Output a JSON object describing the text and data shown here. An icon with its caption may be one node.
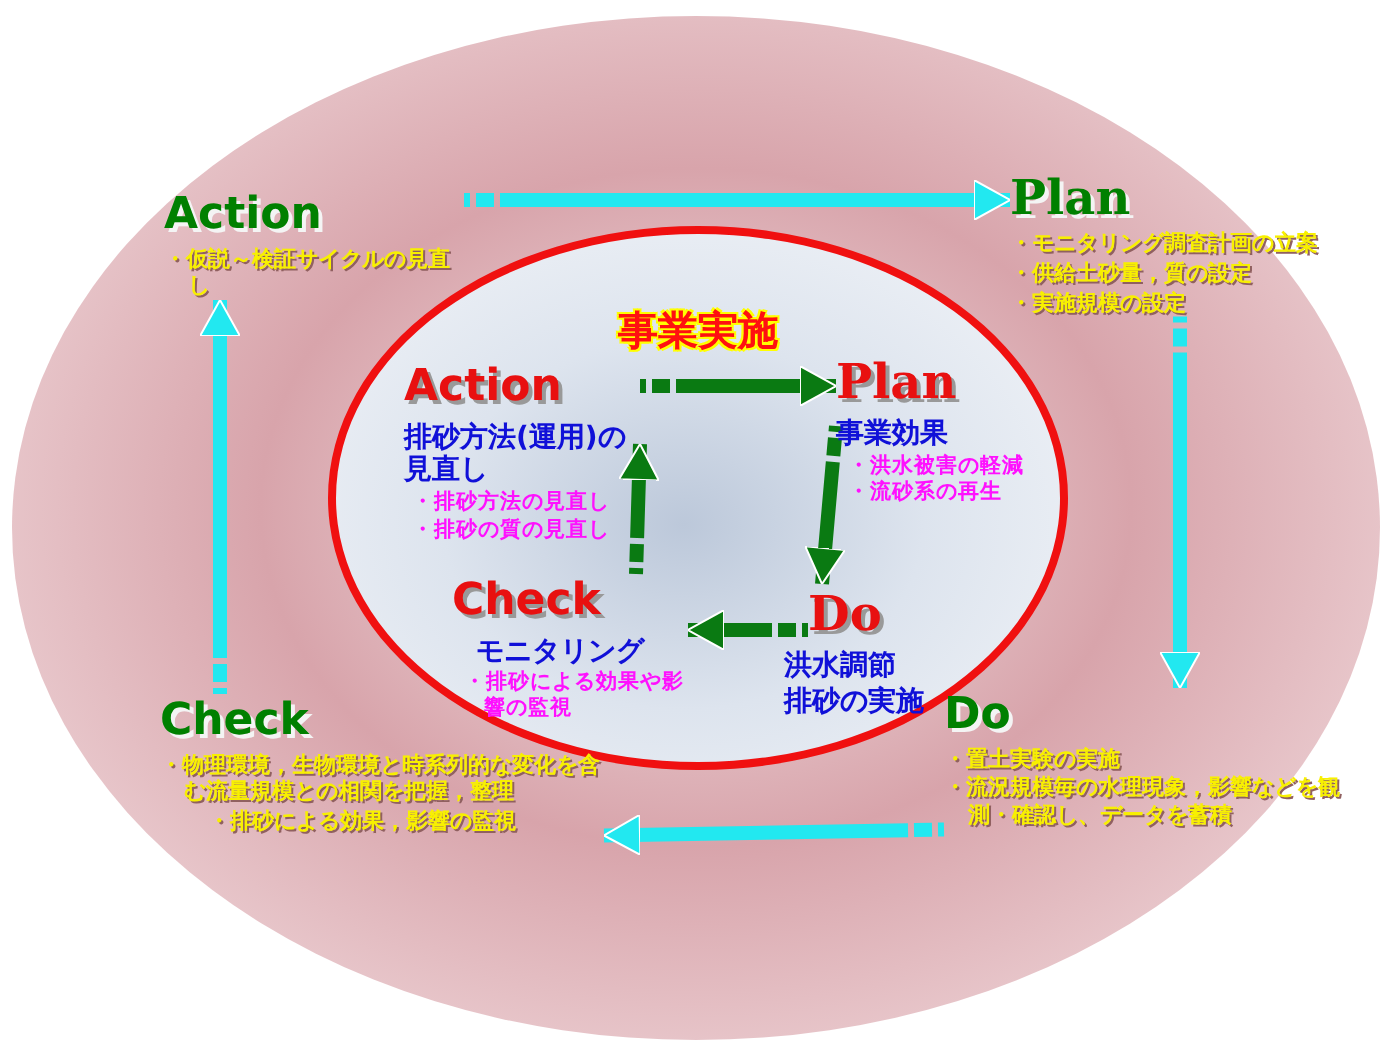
{
  "diagram": {
    "nodes": [
      {
        "text": [
          "事業実施"
        ]
      },
      {
        "text": [
          "Action",
          "排砂方法(運用)の見直し",
          "・排砂方法の見直し",
          "・排砂の質の見直し"
        ],
        "in": 0
      },
      {
        "text": [
          "Plan",
          "事業効果",
          "・洪水被害の軽減",
          "・流砂系の再生"
        ],
        "in": 0
      },
      {
        "text": [
          "Do",
          "洪水調節",
          "排砂の実施"
        ],
        "in": 0
      },
      {
        "text": [
          "Check",
          "モニタリング",
          "・排砂による効果や影響の監視"
        ],
        "in": 0
      },
      {
        "text": [
          "Plan",
          "・モニタリング調査計画の立案",
          "・供給土砂量，質の設定",
          "・実施規模の設定"
        ]
      },
      {
        "text": [
          "Do",
          "・置土実験の実施",
          "・流況規模毎の水理現象，影響などを観測・確認し、データを蓄積"
        ]
      },
      {
        "text": [
          "Check",
          "・物理環境，生物環境と時系列的な変化を含む流量規模との相関を把握，整理",
          "・排砂による効果，影響の監視"
        ]
      },
      {
        "text": [
          "Action",
          "・仮説～検証サイクルの見直し"
        ]
      }
    ],
    "edges": [
      {
        "from": 1,
        "to": 2,
        "arrow": "to",
        "color": "#0a7a12"
      },
      {
        "from": 2,
        "to": 3,
        "arrow": "to",
        "color": "#0a7a12"
      },
      {
        "from": 3,
        "to": 4,
        "arrow": "to",
        "color": "#0a7a12"
      },
      {
        "from": 4,
        "to": 1,
        "arrow": "to",
        "color": "#0a7a12"
      },
      {
        "from": 8,
        "to": 5,
        "arrow": "to",
        "color": "#22e8f0"
      },
      {
        "from": 5,
        "to": 6,
        "arrow": "to",
        "color": "#22e8f0"
      },
      {
        "from": 6,
        "to": 7,
        "arrow": "to",
        "color": "#22e8f0"
      },
      {
        "from": 7,
        "to": 8,
        "arrow": "to",
        "color": "#22e8f0"
      }
    ]
  }
}
